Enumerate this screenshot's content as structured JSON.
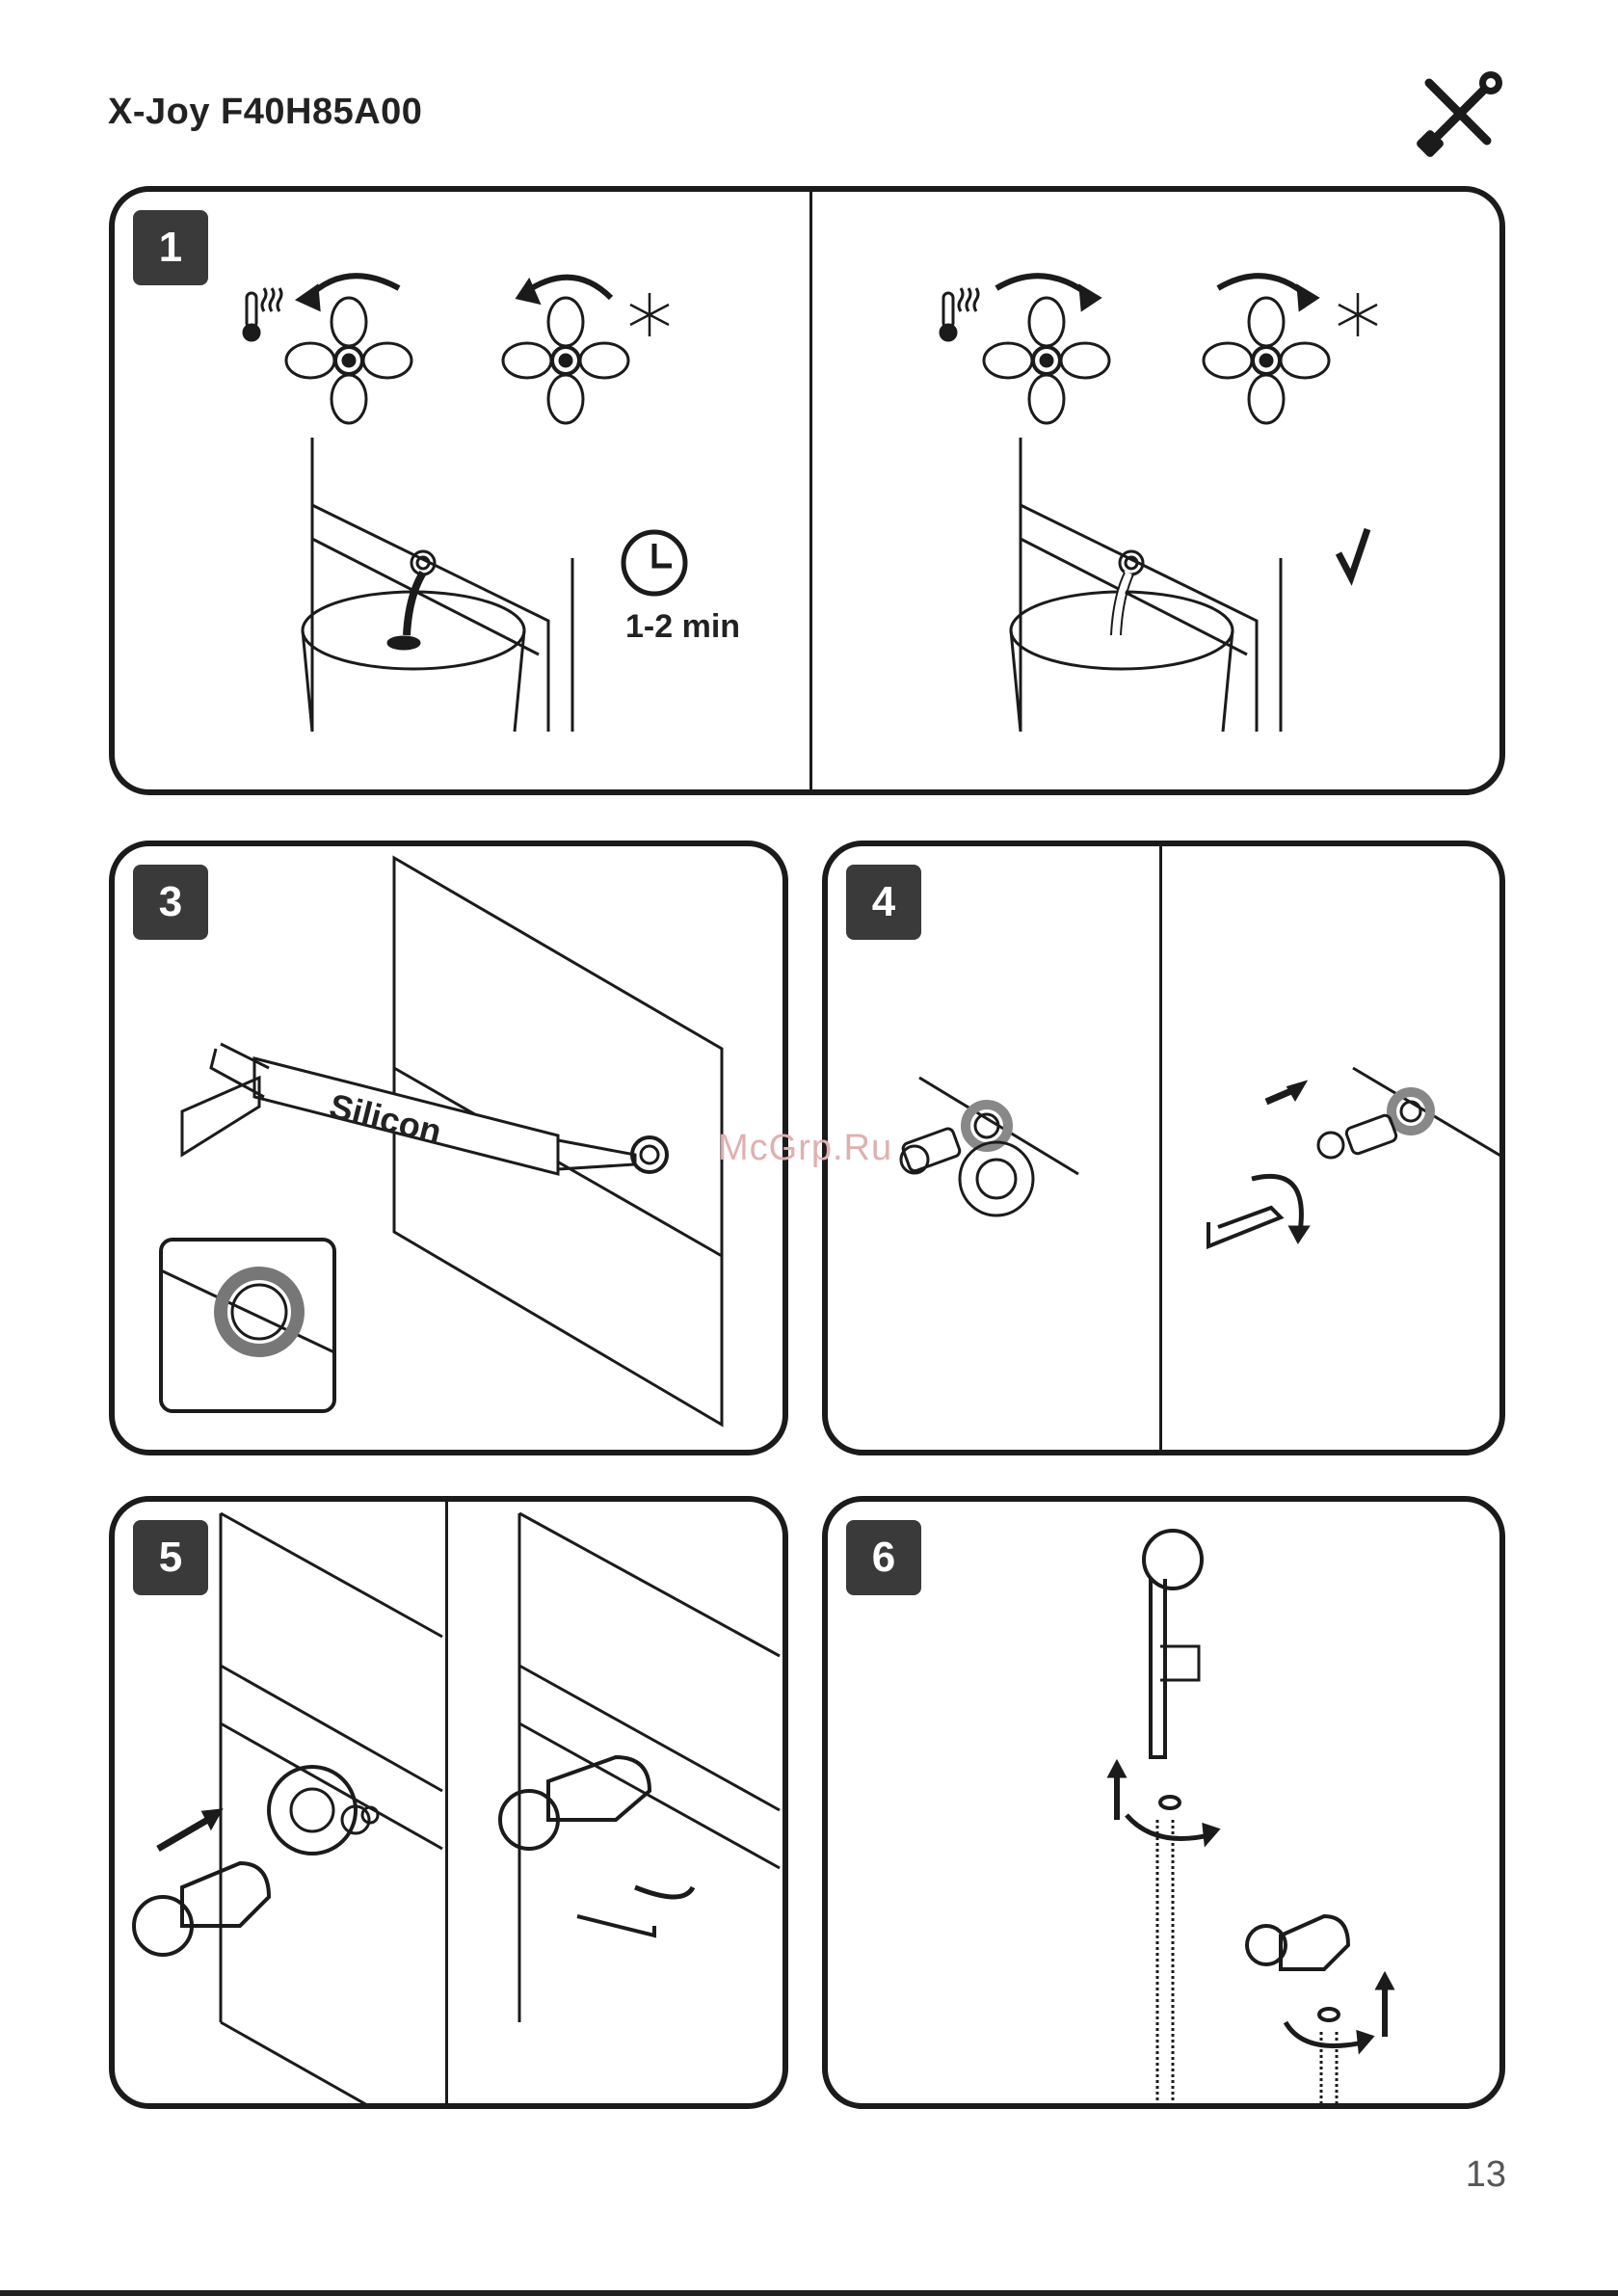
{
  "header": {
    "title": "X-Joy F40H85A00",
    "tool_icon": "wrench-screwdriver-icon"
  },
  "steps": [
    {
      "number": "1",
      "time_label": "1-2 min",
      "hot_icon": "thermometer-hot-icon",
      "cold_icon": "snowflake-icon",
      "check_icon": "checkmark-icon"
    },
    {
      "number": "3",
      "label": "Silicon"
    },
    {
      "number": "4"
    },
    {
      "number": "5"
    },
    {
      "number": "6"
    }
  ],
  "watermark": "McGrp.Ru",
  "page_number": "13"
}
